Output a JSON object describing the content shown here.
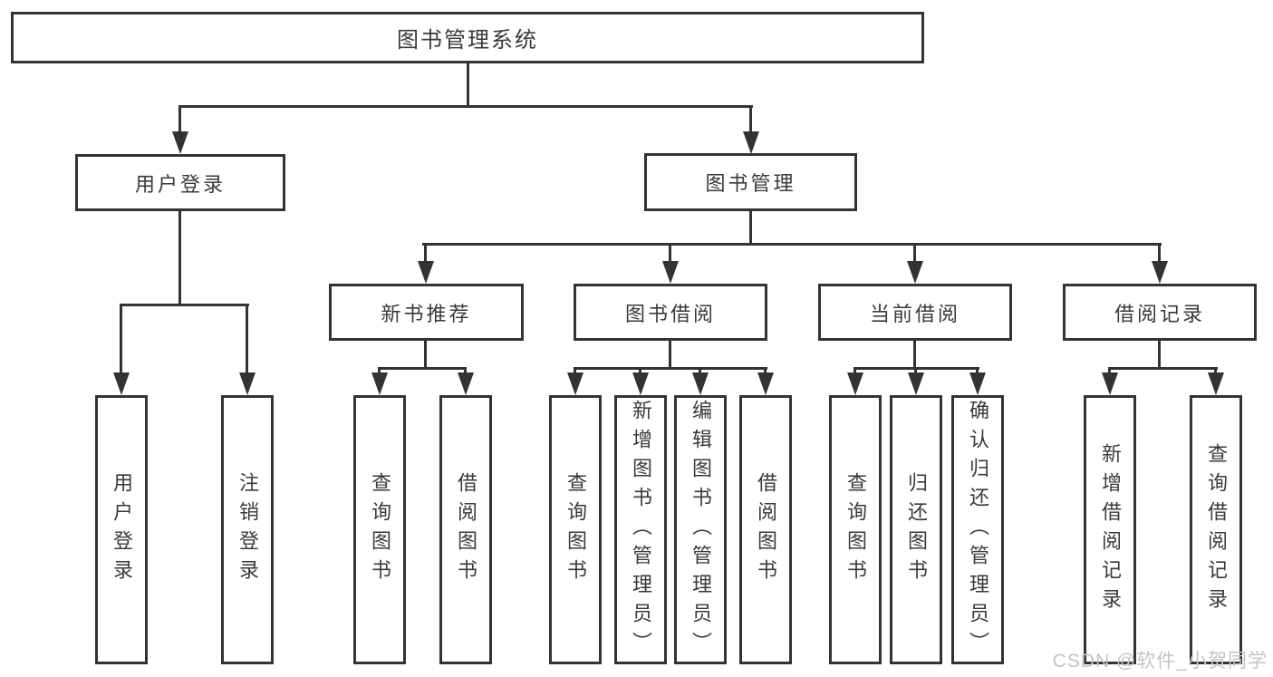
{
  "tree": {
    "root": {
      "label": "图书管理系统",
      "children": [
        {
          "label": "用户登录",
          "children": [
            {
              "label": "用户登录"
            },
            {
              "label": "注销登录"
            }
          ]
        },
        {
          "label": "图书管理",
          "children": [
            {
              "label": "新书推荐",
              "children": [
                {
                  "label": "查询图书"
                },
                {
                  "label": "借阅图书"
                }
              ]
            },
            {
              "label": "图书借阅",
              "children": [
                {
                  "label": "查询图书"
                },
                {
                  "label": "新增图书（管理员）"
                },
                {
                  "label": "编辑图书（管理员）"
                },
                {
                  "label": "借阅图书"
                }
              ]
            },
            {
              "label": "当前借阅",
              "children": [
                {
                  "label": "查询图书"
                },
                {
                  "label": "归还图书"
                },
                {
                  "label": "确认归还（管理员）"
                }
              ]
            },
            {
              "label": "借阅记录",
              "children": [
                {
                  "label": "新增借阅记录"
                },
                {
                  "label": "查询借阅记录"
                }
              ]
            }
          ]
        }
      ]
    }
  },
  "watermark": {
    "text": "CSDN @软件_小贺同学"
  },
  "colors": {
    "line": "#333333",
    "text": "#3a3a3a",
    "watermark": "#c4c4c4",
    "background": "#ffffff"
  }
}
